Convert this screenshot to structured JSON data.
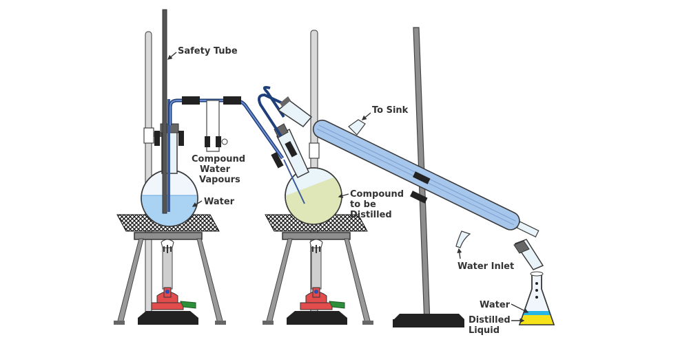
{
  "labels": {
    "safety_tube": "Safety Tube",
    "compound_water_vapours": [
      "Compound",
      "Water",
      "Vapours"
    ],
    "water_left": "Water",
    "to_sink": "To Sink",
    "compound_to_be_distilled": [
      "Compound",
      "to be",
      "Distilled"
    ],
    "water_inlet": "Water Inlet",
    "water_receiver": "Water",
    "distilled_liquid": [
      "Distilled",
      "Liquid"
    ]
  },
  "colors": {
    "water": "#a9d2f3",
    "compound": "#dfe6b8",
    "condenser": "#a7c6ec",
    "tubing": "#1f3f7a",
    "distillate": "#f5e21b",
    "water_layer": "#27b5e6",
    "burner": "#e24c4c",
    "burner_hose": "#2e8f3a",
    "stand": "#8e8e8e"
  },
  "icons": {
    "arrows": "pointer-arrow"
  }
}
